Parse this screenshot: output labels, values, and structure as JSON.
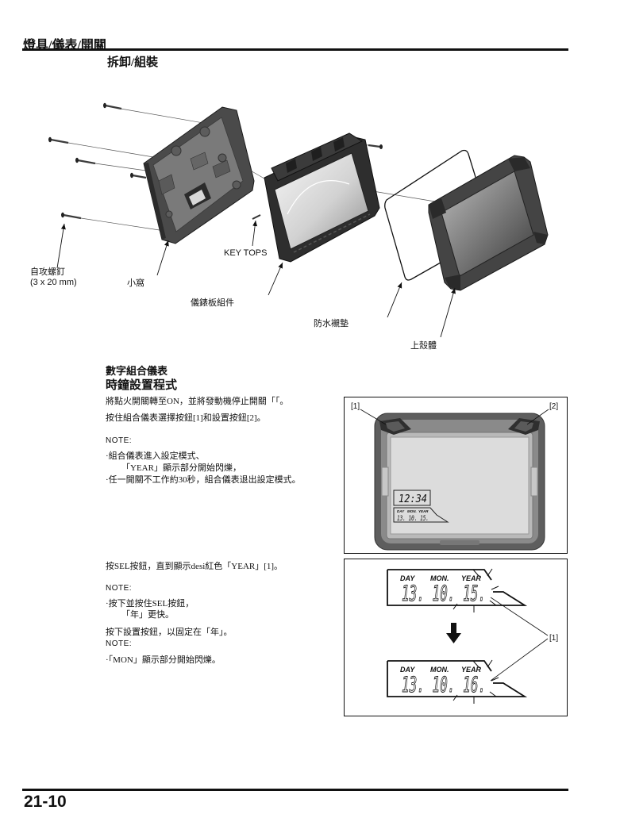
{
  "header": {
    "chapter_title": "燈具/儀表/開關",
    "section_title": "拆卸/組裝"
  },
  "exploded_view": {
    "key_tops": "KEY TOPS",
    "screw_label": "自攻螺釘",
    "screw_size": "(3 x 20 mm)",
    "rear_cover_label": "小窩",
    "meter_assembly_label": "儀錶板組件",
    "gasket_label": "防水襯墊",
    "upper_case_label": "上殼體"
  },
  "clock_setting": {
    "meter_name": "數字組合儀表",
    "procedure_title": "時鐘設置程式",
    "step_1": "將點火開關轉至ON，並將發動機停止開關「「。",
    "step_2": "按住組合儀表選擇按鈕[1]和設置按鈕[2]。",
    "note_1_label": "NOTE:",
    "note_1_lines": [
      "·組合儀表進入設定模式、",
      "「YEAR」顯示部分開始閃爍，",
      "·任一開關不工作約30秒，組合儀表退出設定模式。"
    ],
    "step_3": "按SEL按鈕，直到顯示desi紅色「YEAR」[1]。",
    "note_2_label": "NOTE:",
    "note_2_lines": [
      "·按下並按住SEL按鈕，",
      "「年」更快。"
    ],
    "step_4": "按下設置按鈕，以固定在「年」。",
    "note_3_label": "NOTE:",
    "note_3_lines": [
      "·「MON」顯示部分開始閃爍。"
    ]
  },
  "figure_buttons": {
    "callout_select": "[1]",
    "callout_set": "[2]",
    "lcd_time": "12:34",
    "lcd_day": "DAY",
    "lcd_mon": "MON.",
    "lcd_year": "YEAR",
    "lcd_date": "13. 10. 15."
  },
  "figure_year": {
    "before": {
      "day": "DAY",
      "mon": "MON.",
      "year": "YEAR",
      "date": "13. 10. 15."
    },
    "after": {
      "day": "DAY",
      "mon": "MON.",
      "year": "YEAR",
      "date": "13. 10. 16."
    },
    "callout": "[1]"
  },
  "footer": {
    "page_number": "21-10"
  }
}
